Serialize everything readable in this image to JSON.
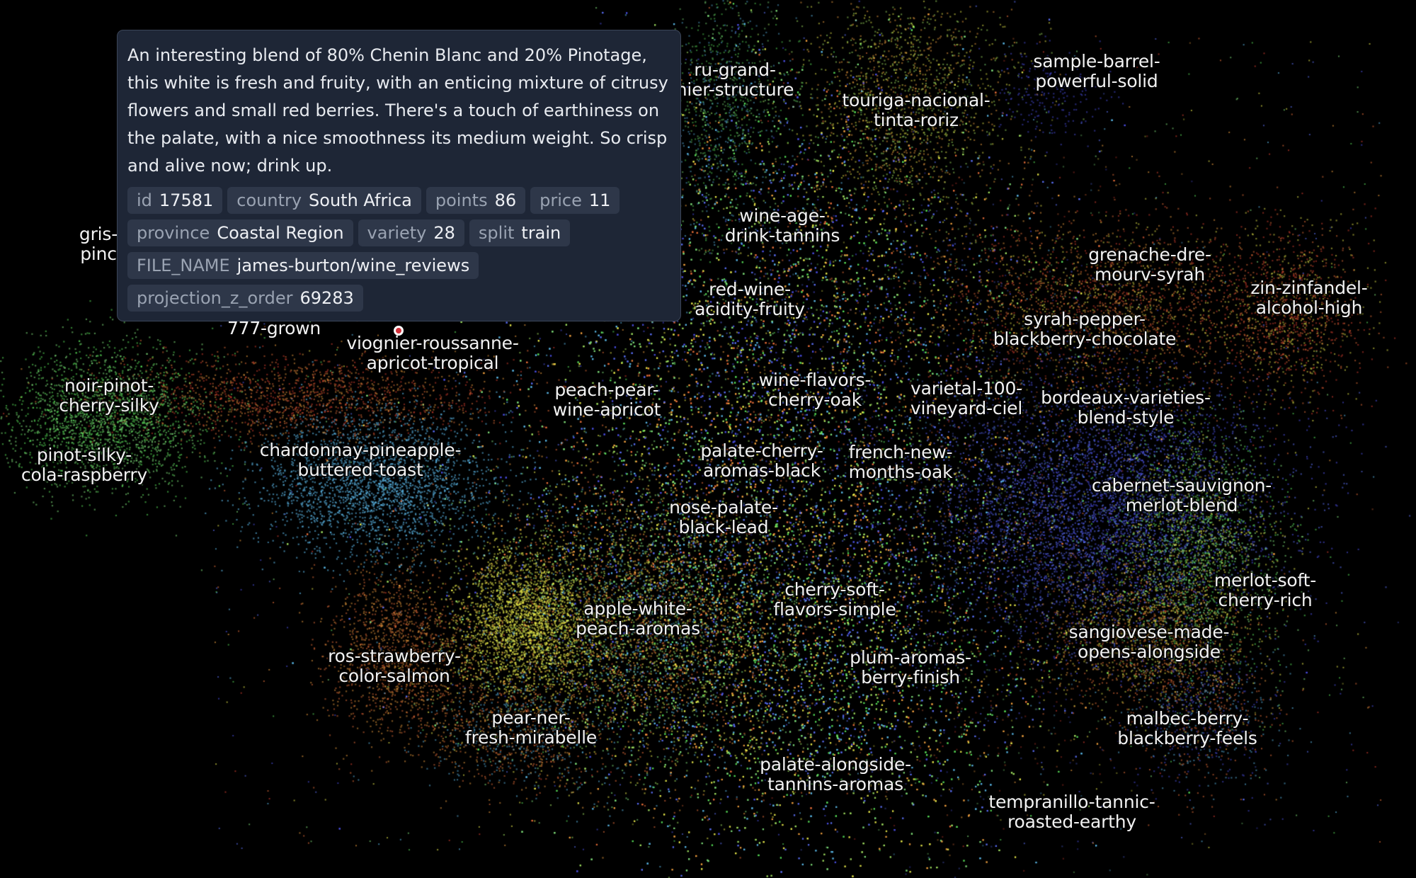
{
  "tooltip": {
    "description": "An interesting blend of 80% Chenin Blanc and 20% Pinotage,\nthis white is fresh and fruity, with an enticing mixture of citrusy\nflowers and small red berries. There's a touch of earthiness on\nthe palate, with a nice smoothness its medium weight. So crisp\nand alive now; drink up.",
    "fields": [
      {
        "key": "id",
        "value": "17581"
      },
      {
        "key": "country",
        "value": "South Africa"
      },
      {
        "key": "points",
        "value": "86"
      },
      {
        "key": "price",
        "value": "11"
      },
      {
        "key": "province",
        "value": "Coastal Region"
      },
      {
        "key": "variety",
        "value": "28"
      },
      {
        "key": "split",
        "value": "train"
      },
      {
        "key": "FILE_NAME",
        "value": "james-burton/wine_reviews"
      },
      {
        "key": "projection_z_order",
        "value": "69283"
      }
    ]
  },
  "cluster_labels": [
    {
      "id": "ru-grand",
      "text": "ru-grand-\nnier-structure"
    },
    {
      "id": "touriga",
      "text": "touriga-nacional-\ntinta-roriz"
    },
    {
      "id": "sample-barrel",
      "text": "sample-barrel-\npowerful-solid"
    },
    {
      "id": "gris",
      "text": "gris-\npinc"
    },
    {
      "id": "wine-age",
      "text": "wine-age-\ndrink-tannins"
    },
    {
      "id": "grenache",
      "text": "grenache-dre-\nmourv-syrah"
    },
    {
      "id": "zin",
      "text": "zin-zinfandel-\nalcohol-high"
    },
    {
      "id": "red-wine",
      "text": "red-wine-\nacidity-fruity"
    },
    {
      "id": "syrah",
      "text": "syrah-pepper-\nblackberry-chocolate"
    },
    {
      "id": "grown",
      "text": "777-grown"
    },
    {
      "id": "viognier",
      "text": "viognier-roussanne-\napricot-tropical"
    },
    {
      "id": "noir-pinot",
      "text": "noir-pinot-\ncherry-silky"
    },
    {
      "id": "peach-pear",
      "text": "peach-pear-\nwine-apricot"
    },
    {
      "id": "wine-flavors",
      "text": "wine-flavors-\ncherry-oak"
    },
    {
      "id": "varietal",
      "text": "varietal-100-\nvineyard-ciel"
    },
    {
      "id": "bordeaux",
      "text": "bordeaux-varieties-\nblend-style"
    },
    {
      "id": "pinot-silky",
      "text": "pinot-silky-\ncola-raspberry"
    },
    {
      "id": "chardonnay",
      "text": "chardonnay-pineapple-\nbuttered-toast"
    },
    {
      "id": "palate-cherry",
      "text": "palate-cherry-\naromas-black"
    },
    {
      "id": "french-new",
      "text": "french-new-\nmonths-oak"
    },
    {
      "id": "cabernet",
      "text": "cabernet-sauvignon-\nmerlot-blend"
    },
    {
      "id": "nose-palate",
      "text": "nose-palate-\nblack-lead"
    },
    {
      "id": "merlot-soft",
      "text": "merlot-soft-\ncherry-rich"
    },
    {
      "id": "cherry-soft",
      "text": "cherry-soft-\nflavors-simple"
    },
    {
      "id": "apple-white",
      "text": "apple-white-\npeach-aromas"
    },
    {
      "id": "sangiovese",
      "text": "sangiovese-made-\nopens-alongside"
    },
    {
      "id": "ros",
      "text": "ros-strawberry-\ncolor-salmon"
    },
    {
      "id": "plum-aromas",
      "text": "plum-aromas-\nberry-finish"
    },
    {
      "id": "pear-ner",
      "text": "pear-ner-\nfresh-mirabelle"
    },
    {
      "id": "malbec",
      "text": "malbec-berry-\nblackberry-feels"
    },
    {
      "id": "palate-alongside",
      "text": "palate-alongside-\ntannins-aromas"
    },
    {
      "id": "tempranillo",
      "text": "tempranillo-tannic-\nroasted-earthy"
    }
  ],
  "colors": {
    "background": "#000000",
    "tooltip_bg": "#1e2636",
    "chip_bg": "#2e3749",
    "selected_point": "#d2303a",
    "palette": [
      "#4a4ee0",
      "#5a6ef0",
      "#5bb8e8",
      "#7fe07a",
      "#5ae05a",
      "#e6e84a",
      "#f0a040",
      "#e8703a",
      "#d84030",
      "#a0e060",
      "#c0c0c0"
    ]
  }
}
